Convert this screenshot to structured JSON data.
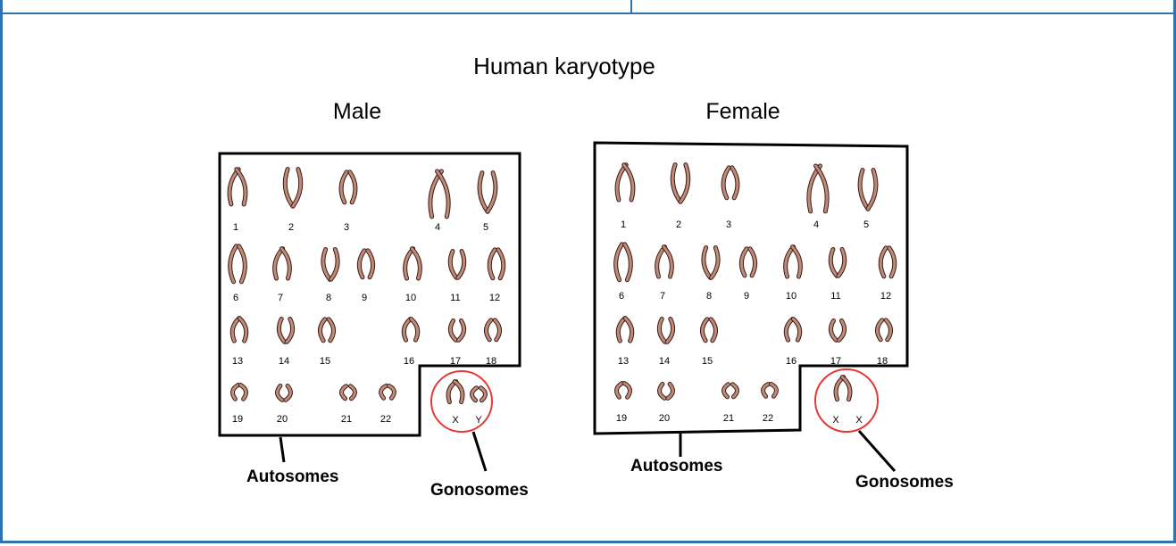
{
  "title": "Human karyotype",
  "male": {
    "heading": "Male",
    "numbers": [
      "1",
      "2",
      "3",
      "4",
      "5",
      "6",
      "7",
      "8",
      "9",
      "10",
      "11",
      "12",
      "13",
      "14",
      "15",
      "16",
      "17",
      "18",
      "19",
      "20",
      "21",
      "22"
    ],
    "sex_labels": [
      "X",
      "Y"
    ],
    "autosomes_label": "Autosomes",
    "gonosomes_label": "Gonosomes"
  },
  "female": {
    "heading": "Female",
    "numbers": [
      "1",
      "2",
      "3",
      "4",
      "5",
      "6",
      "7",
      "8",
      "9",
      "10",
      "11",
      "12",
      "13",
      "14",
      "15",
      "16",
      "17",
      "18",
      "19",
      "20",
      "21",
      "22"
    ],
    "sex_labels": [
      "X",
      "X"
    ],
    "autosomes_label": "Autosomes",
    "gonosomes_label": "Gonosomes"
  },
  "colors": {
    "frame": "#2e74b5",
    "circle": "#e53935",
    "chromosome": "#b07a6a",
    "outline": "#000000"
  }
}
